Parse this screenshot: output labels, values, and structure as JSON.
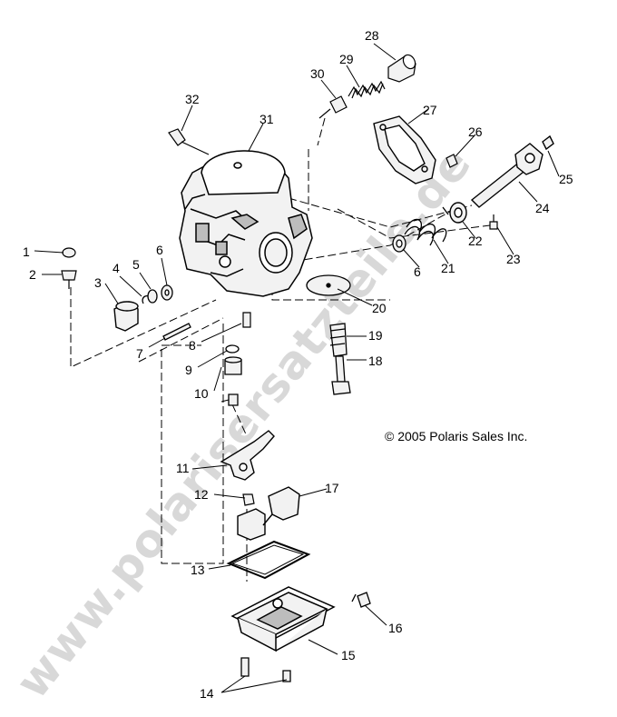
{
  "watermark": "www.polarisersatzteile.de",
  "copyright": "© 2005 Polaris Sales Inc.",
  "callouts": {
    "c1": "1",
    "c2": "2",
    "c3": "3",
    "c4": "4",
    "c5": "5",
    "c6a": "6",
    "c6b": "6",
    "c7": "7",
    "c8": "8",
    "c9": "9",
    "c10": "10",
    "c11": "11",
    "c12": "12",
    "c13": "13",
    "c14": "14",
    "c15": "15",
    "c16": "16",
    "c17": "17",
    "c18": "18",
    "c19": "19",
    "c20": "20",
    "c21": "21",
    "c22": "22",
    "c23": "23",
    "c24": "24",
    "c25": "25",
    "c26": "26",
    "c27": "27",
    "c28": "28",
    "c29": "29",
    "c30": "30",
    "c31": "31",
    "c32": "32"
  },
  "colors": {
    "ink": "#000000",
    "part_fill": "#f2f2f2",
    "part_shade": "#bdbdbd",
    "watermark": "#d8d8d8"
  }
}
